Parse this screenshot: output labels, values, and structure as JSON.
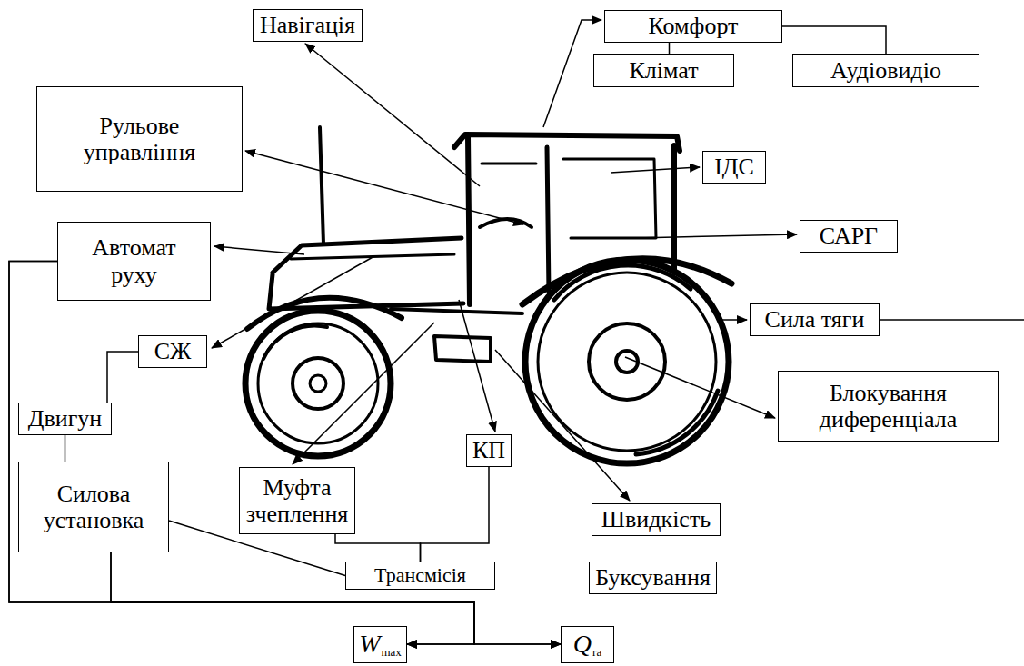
{
  "diagram": {
    "nodes": [
      {
        "text": [
          "Навігація"
        ]
      },
      {
        "text": [
          "Комфорт"
        ]
      },
      {
        "text": [
          "Клімат"
        ]
      },
      {
        "text": [
          "Аудіовидіо"
        ]
      },
      {
        "text": [
          "Рульове управління"
        ]
      },
      {
        "text": [
          "ІДС"
        ]
      },
      {
        "text": [
          "Автомат руху"
        ]
      },
      {
        "text": [
          "САРГ"
        ]
      },
      {
        "text": [
          "Сила тяги"
        ]
      },
      {
        "text": [
          "СЖ"
        ]
      },
      {
        "text": [
          "Двигун"
        ]
      },
      {
        "text": [
          "Блокування диференціала"
        ]
      },
      {
        "text": [
          "КП"
        ]
      },
      {
        "text": [
          "Муфта зчеплення"
        ]
      },
      {
        "text": [
          "Швидкість"
        ]
      },
      {
        "text": [
          "Силова установка"
        ]
      },
      {
        "text": [
          "Трансмісія"
        ]
      },
      {
        "text": [
          "Буксування"
        ]
      },
      {
        "text": [
          "W",
          "max"
        ]
      },
      {
        "text": [
          "Q",
          "ra"
        ]
      }
    ],
    "edges": [
      {
        "from": 1,
        "to": 2,
        "arrow": "none"
      },
      {
        "from": 1,
        "to": 3,
        "arrow": "none"
      },
      {
        "from": 9,
        "to": 10,
        "arrow": "none"
      },
      {
        "from": 10,
        "to": 15,
        "arrow": "none"
      },
      {
        "from": 15,
        "to": 16,
        "arrow": "none"
      },
      {
        "from": 13,
        "to": 16,
        "arrow": "none"
      },
      {
        "from": 12,
        "to": 16,
        "arrow": "none"
      },
      {
        "from": 6,
        "to": 18,
        "arrow": "to"
      },
      {
        "from": 6,
        "to": 19,
        "arrow": "to"
      },
      {
        "from": 15,
        "to": 18,
        "arrow": "to"
      },
      {
        "from": 15,
        "to": 19,
        "arrow": "to"
      }
    ]
  }
}
